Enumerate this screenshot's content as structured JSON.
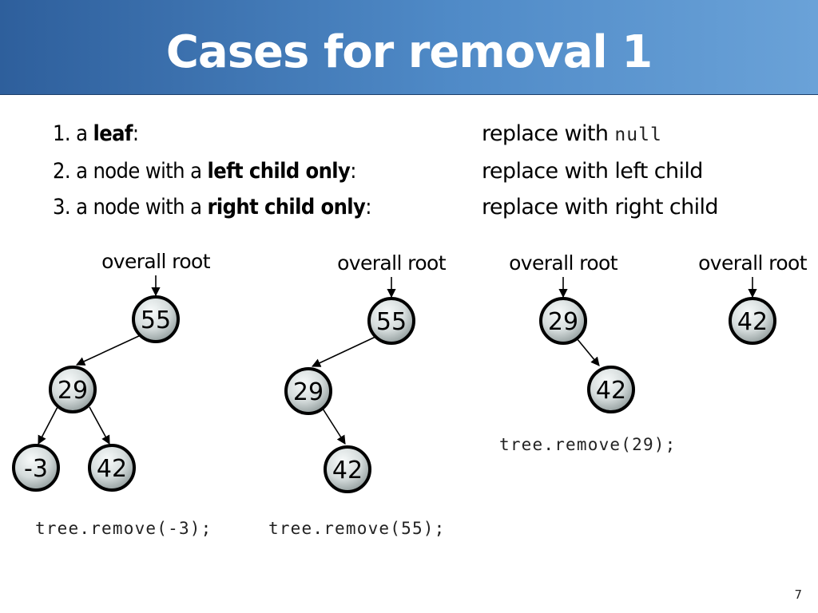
{
  "title": "Cases for removal 1",
  "cases": [
    {
      "number": "1.",
      "prefix": "a ",
      "bold": "leaf",
      "suffix": ":",
      "action_text": "replace with ",
      "action_code": "null"
    },
    {
      "number": "2.",
      "prefix": "a node with a ",
      "bold": "left child only",
      "suffix": ":",
      "action_text": "replace with left child",
      "action_code": ""
    },
    {
      "number": "3.",
      "prefix": "a node with a ",
      "bold": "right child only",
      "suffix": ":",
      "action_text": "replace with right child",
      "action_code": ""
    }
  ],
  "trees": [
    {
      "root_label": "overall root",
      "nodes": [
        "55",
        "29",
        "-3",
        "42"
      ],
      "code": "tree.remove(-3);"
    },
    {
      "root_label": "overall root",
      "nodes": [
        "55",
        "29",
        "42"
      ],
      "code": "tree.remove(55);"
    },
    {
      "root_label": "overall root",
      "nodes": [
        "29",
        "42"
      ],
      "code": "tree.remove(29);"
    },
    {
      "root_label": "overall root",
      "nodes": [
        "42"
      ],
      "code": ""
    }
  ],
  "page_number": "7",
  "colors": {
    "title_bar_start": "#2e5f9c",
    "title_bar_end": "#6aa2d8",
    "node_fill_light": "#f4f7f7",
    "node_fill_dark": "#9aa6a6",
    "node_border": "#000000"
  }
}
